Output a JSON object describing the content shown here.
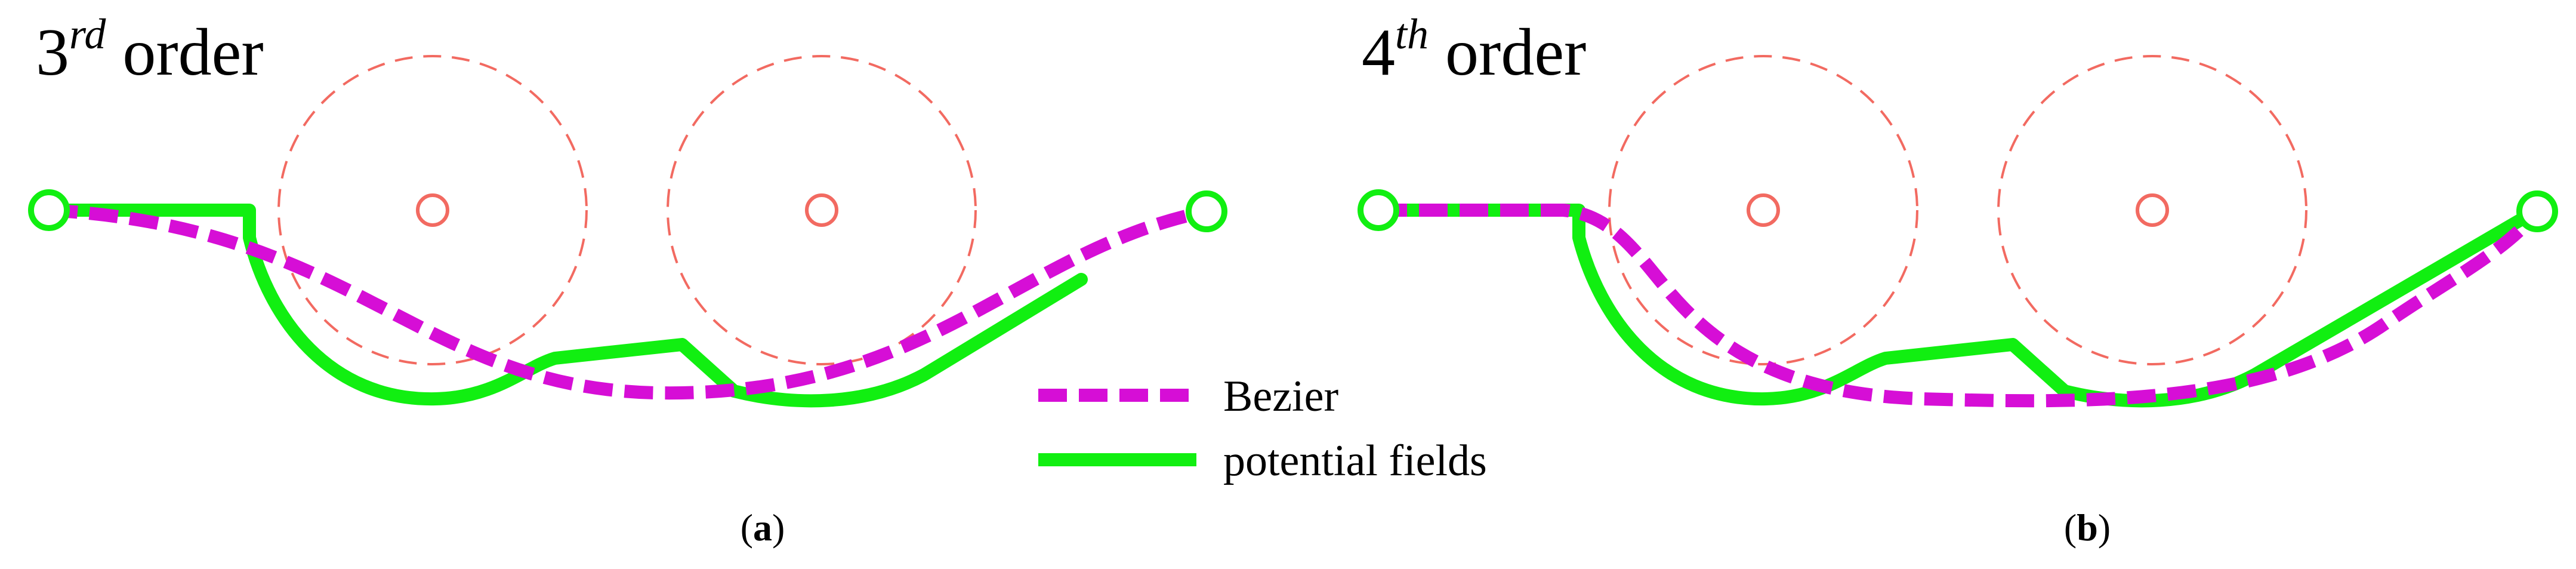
{
  "colors": {
    "obstacle": "#f26a61",
    "potential_fields": "#11ef11",
    "bezier": "#d60ed6",
    "endpoint": "#11ef11",
    "text": "#000000"
  },
  "legend": {
    "bezier_label": "Bezier",
    "potential_label": "potential fields"
  },
  "panels": [
    {
      "title_base": "3",
      "title_sup": "rd",
      "title_rest": " order",
      "caption_open": "(",
      "caption_letter": "a",
      "caption_close": ")"
    },
    {
      "title_base": "4",
      "title_sup": "th",
      "title_rest": " order",
      "caption_open": "(",
      "caption_letter": "b",
      "caption_close": ")"
    }
  ]
}
